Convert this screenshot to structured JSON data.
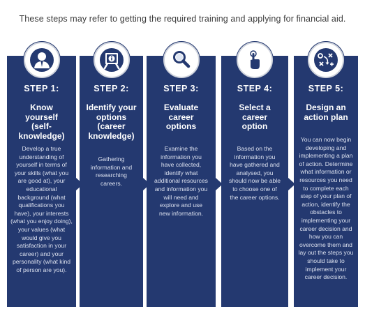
{
  "header": {
    "intro": "These steps may refer to getting the required training and applying for financial aid."
  },
  "colors": {
    "panel": "#243970",
    "text": "#ffffff"
  },
  "steps": [
    {
      "icon": "person-icon",
      "step": "STEP 1:",
      "title": "Know yourself (self-knowledge)",
      "description": "Develop a true understanding of yourself in terms of your skills (what you are good at), your educational background (what qualifications you have), your interests (what you enjoy doing), your values (what would give you satisfaction in your career) and your personality (what kind of person are you)."
    },
    {
      "icon": "info-board-icon",
      "step": "STEP 2:",
      "title": "Identify your options (career knowledge)",
      "description": "Gathering information and researching careers."
    },
    {
      "icon": "magnifier-icon",
      "step": "STEP 3:",
      "title": "Evaluate career options",
      "description": "Examine the information you have collected, identify what additional resources and information you will need and explore and use new information."
    },
    {
      "icon": "pointer-hand-icon",
      "step": "STEP 4:",
      "title": "Select a career option",
      "description": "Based on the information you have gathered and analysed, you should now be able to choose one of the career options."
    },
    {
      "icon": "strategy-icon",
      "step": "STEP 5:",
      "title": "Design an action plan",
      "description": "You can now begin developing and implementing a plan of action. Determine what information or resources you need to complete each step of your plan of action, identify the obstacles to implementing your career decision and how you can overcome them and lay out the steps you should take to implement your career decision."
    }
  ]
}
